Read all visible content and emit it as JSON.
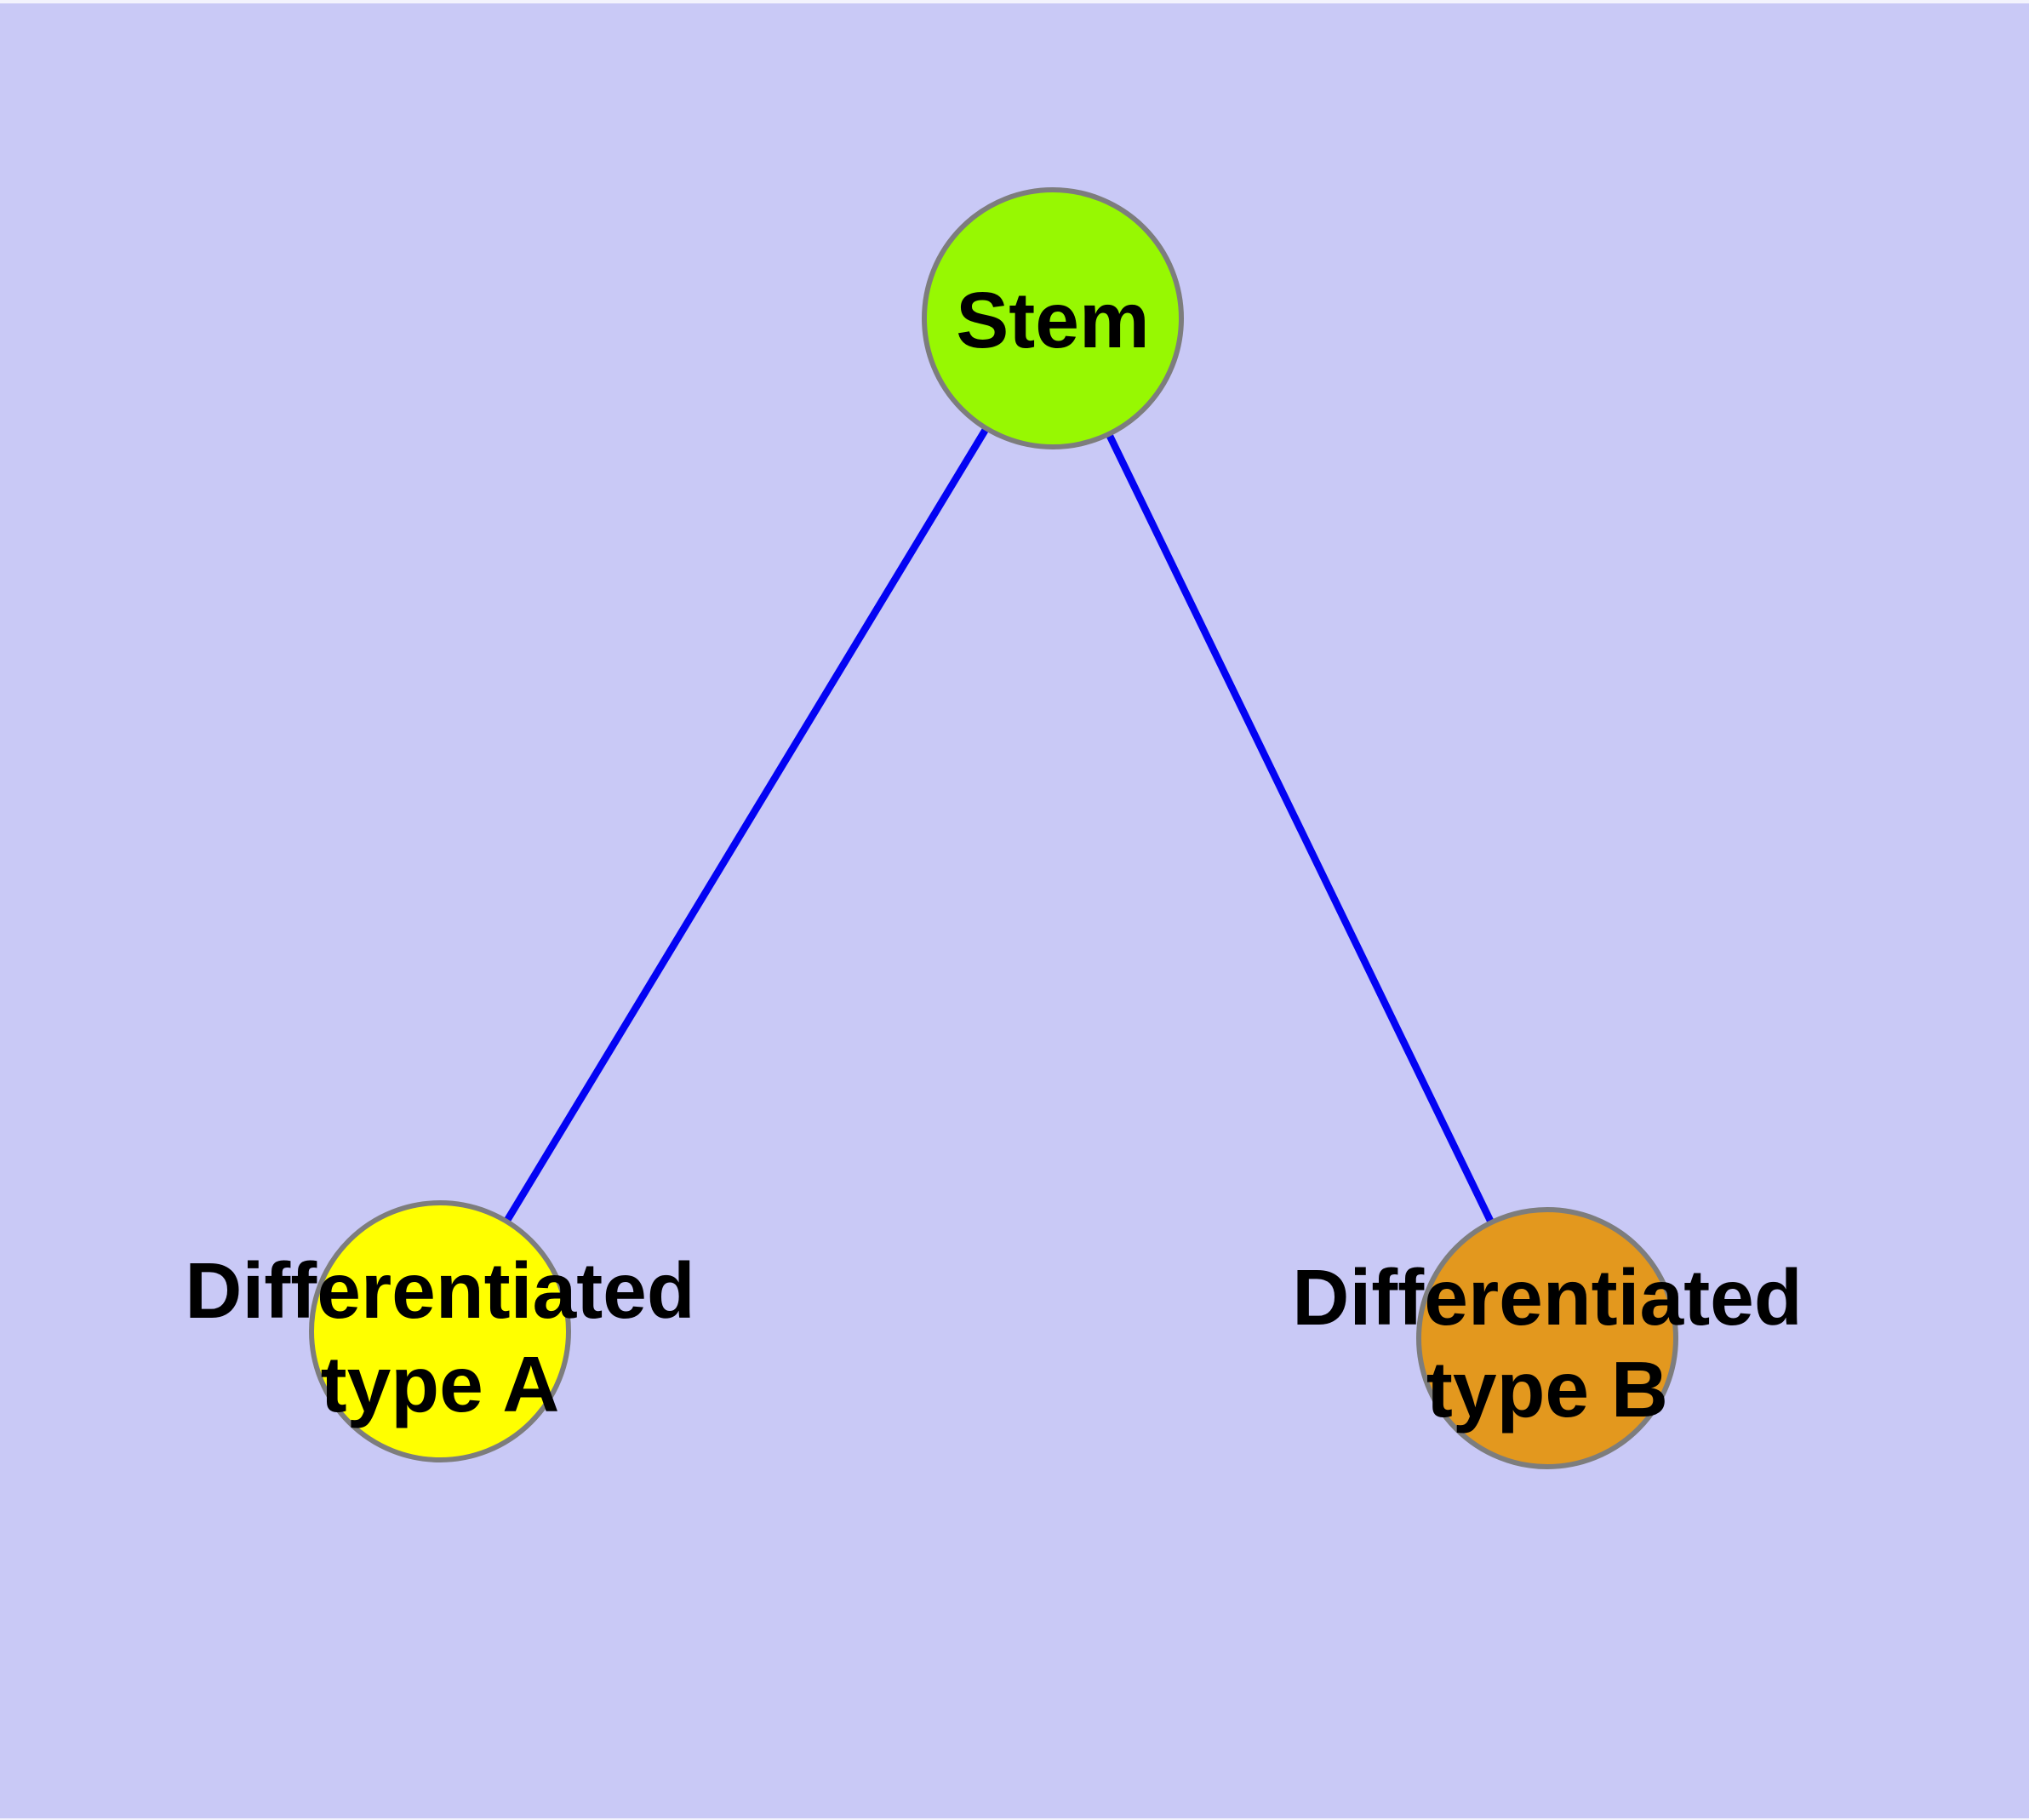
{
  "diagram": {
    "kind": "node-link-graph",
    "background_color": "#c9c9f6",
    "frame_strip_color": "#f3f3fd",
    "edge_color": "#0303f3",
    "node_border_color": "#7d7d7d",
    "label_color": "#000000",
    "nodes": {
      "stem": {
        "id": "stem",
        "label": "Stem",
        "fill": "#97f802"
      },
      "type_a": {
        "id": "type_a",
        "label_line1": "Differentiated",
        "label_line2": "type A",
        "fill": "#ffff00"
      },
      "type_b": {
        "id": "type_b",
        "label_line1": "Differentiated",
        "label_line2": "type B",
        "fill": "#e3981e"
      }
    },
    "edges": [
      {
        "from": "stem",
        "to": "type_a"
      },
      {
        "from": "stem",
        "to": "type_b"
      }
    ]
  }
}
